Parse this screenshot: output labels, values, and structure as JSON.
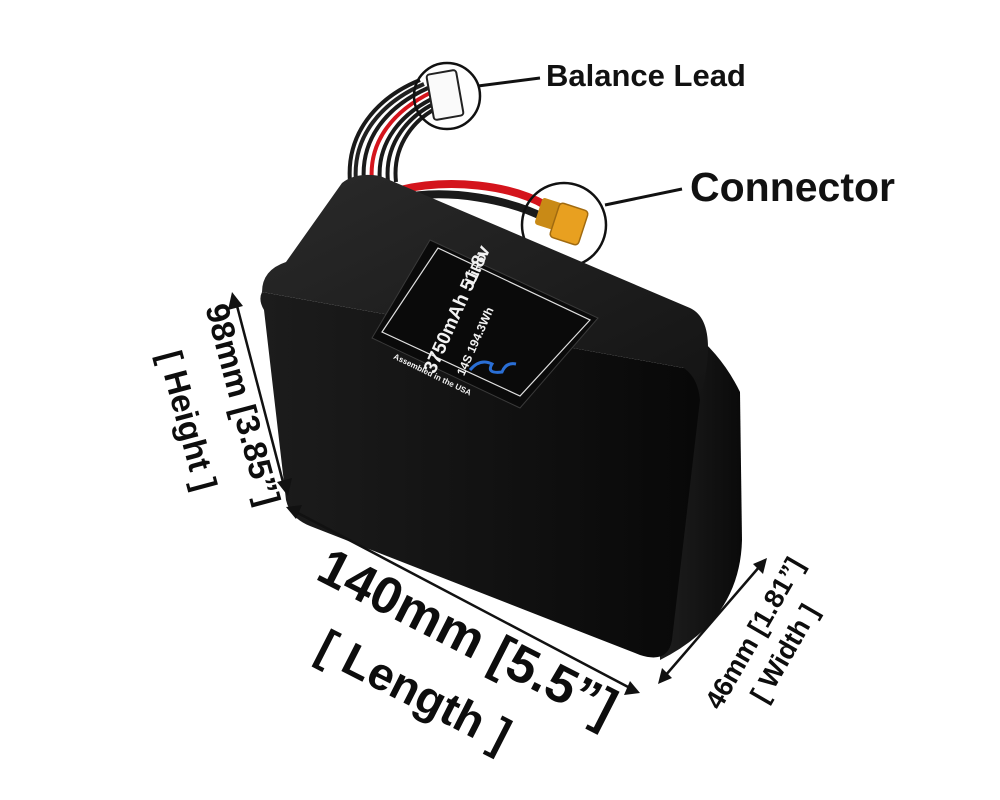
{
  "callouts": {
    "balance_lead": "Balance Lead",
    "connector": "Connector"
  },
  "battery_label": {
    "chemistry": "LiPo",
    "capacity_voltage": "3750mAh 51.8v",
    "config_energy": "14S 194.3Wh",
    "assembled": "Assembled in the USA"
  },
  "dimensions": {
    "length_value": "140mm [5.5”]",
    "length_label": "[ Length ]",
    "height_value": "98mm [3.85”]",
    "height_label": "[ Height ]",
    "width_value": "46mm [1.81”]",
    "width_label": "[ Width ]"
  },
  "colors": {
    "battery_body": "#141414",
    "wire_red": "#d4141c",
    "connector_yellow": "#e8a020",
    "label_accent": "#2a6fd6"
  }
}
